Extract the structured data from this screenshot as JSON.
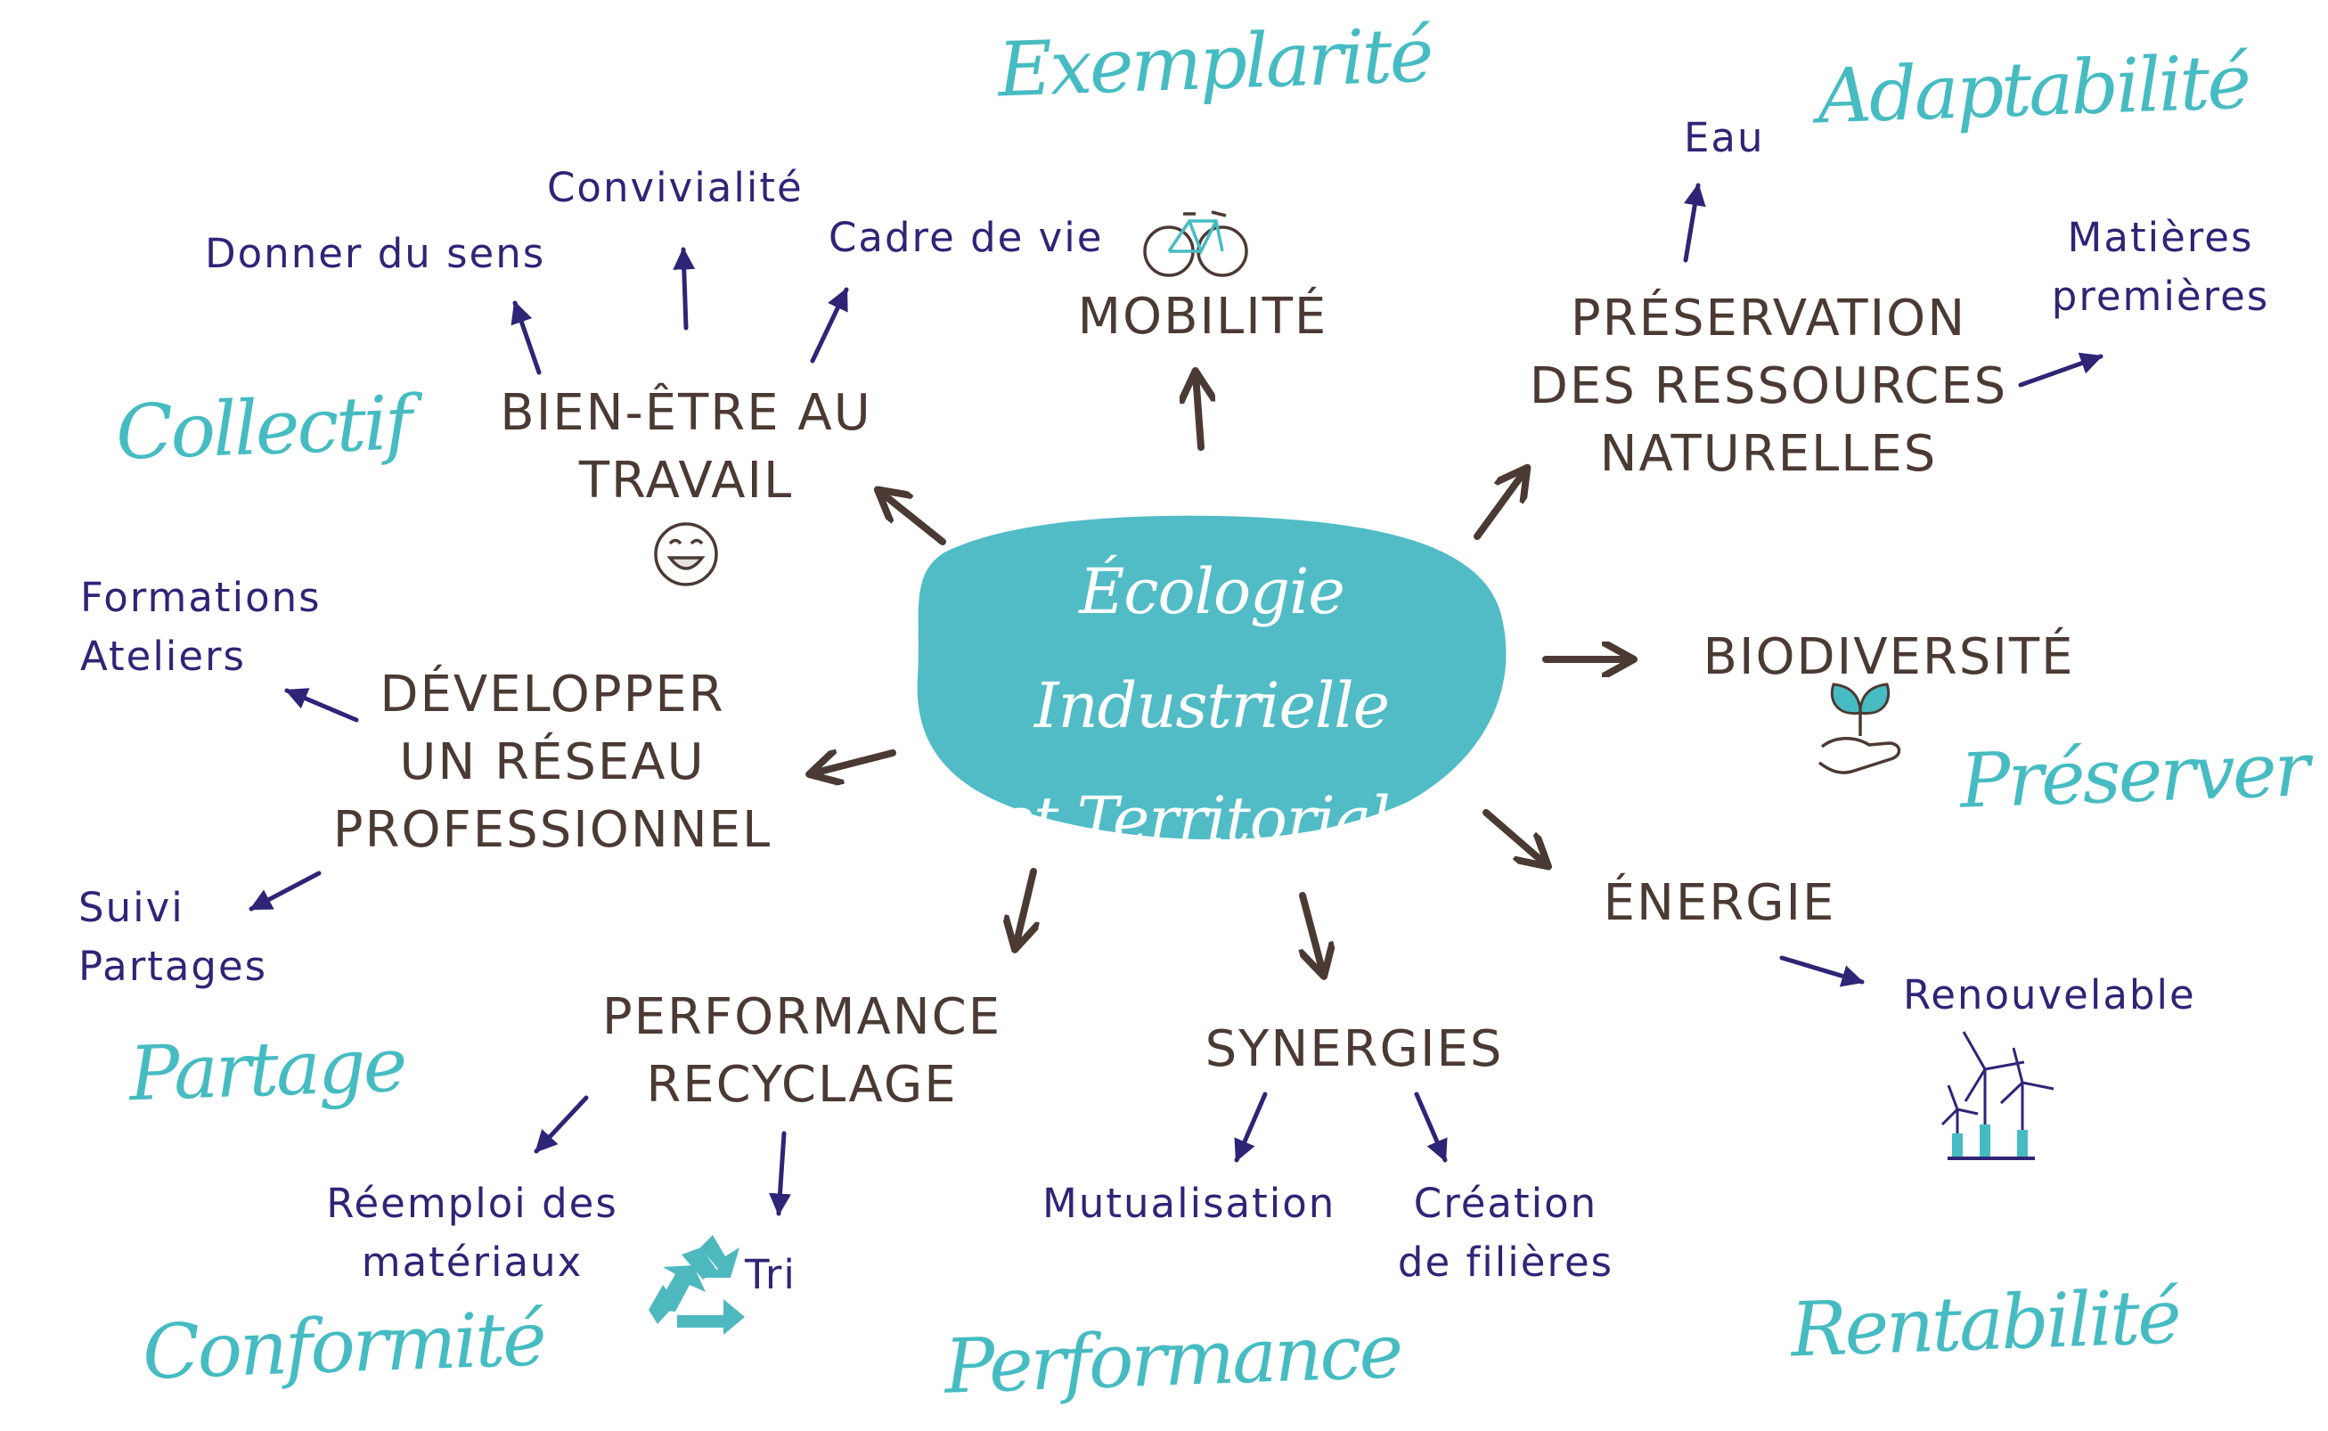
{
  "center": {
    "line1": "Écologie Industrielle",
    "line2": "et Territoriale"
  },
  "colors": {
    "teal": "#46bcc2",
    "brown": "#4b3a34",
    "navy": "#2e2577",
    "icon_teal": "#4eb8bf"
  },
  "themes": {
    "mobilite": [
      "MOBILITÉ"
    ],
    "preservation": [
      "PRÉSERVATION",
      "DES RESSOURCES",
      "NATURELLES"
    ],
    "biodiversite": [
      "BIODIVERSITÉ"
    ],
    "energie": [
      "ÉNERGIE"
    ],
    "synergies": [
      "SYNERGIES"
    ],
    "performance": [
      "PERFORMANCE",
      "RECYCLAGE"
    ],
    "reseau": [
      "DÉVELOPPER",
      "UN RÉSEAU",
      "PROFESSIONNEL"
    ],
    "bienetre": [
      "BIEN-ÊTRE AU",
      "TRAVAIL"
    ]
  },
  "subs": {
    "eau": [
      "Eau"
    ],
    "matieres": [
      "Matières",
      "premières"
    ],
    "renouvelable": [
      "Renouvelable"
    ],
    "mutualisation": [
      "Mutualisation"
    ],
    "creation": [
      "Création",
      "de filières"
    ],
    "reemploi": [
      "Réemploi des",
      "matériaux"
    ],
    "tri": [
      "Tri"
    ],
    "suivi": [
      "Suivi",
      "Partages"
    ],
    "formations": [
      "Formations",
      "Ateliers"
    ],
    "sens": [
      "Donner du sens"
    ],
    "convivialite": [
      "Convivialité"
    ],
    "cadre": [
      "Cadre de vie"
    ]
  },
  "values": {
    "exemplarite": "Exemplarité",
    "adaptabilite": "Adaptabilité",
    "collectif": "Collectif",
    "preserver": "Préserver",
    "partage": "Partage",
    "conformite": "Conformité",
    "performance": "Performance",
    "rentabilite": "Rentabilité"
  },
  "icons": [
    "bicycle-icon",
    "smiley-icon",
    "sprout-in-hand-icon",
    "wind-turbines-icon",
    "recycle-icon"
  ]
}
